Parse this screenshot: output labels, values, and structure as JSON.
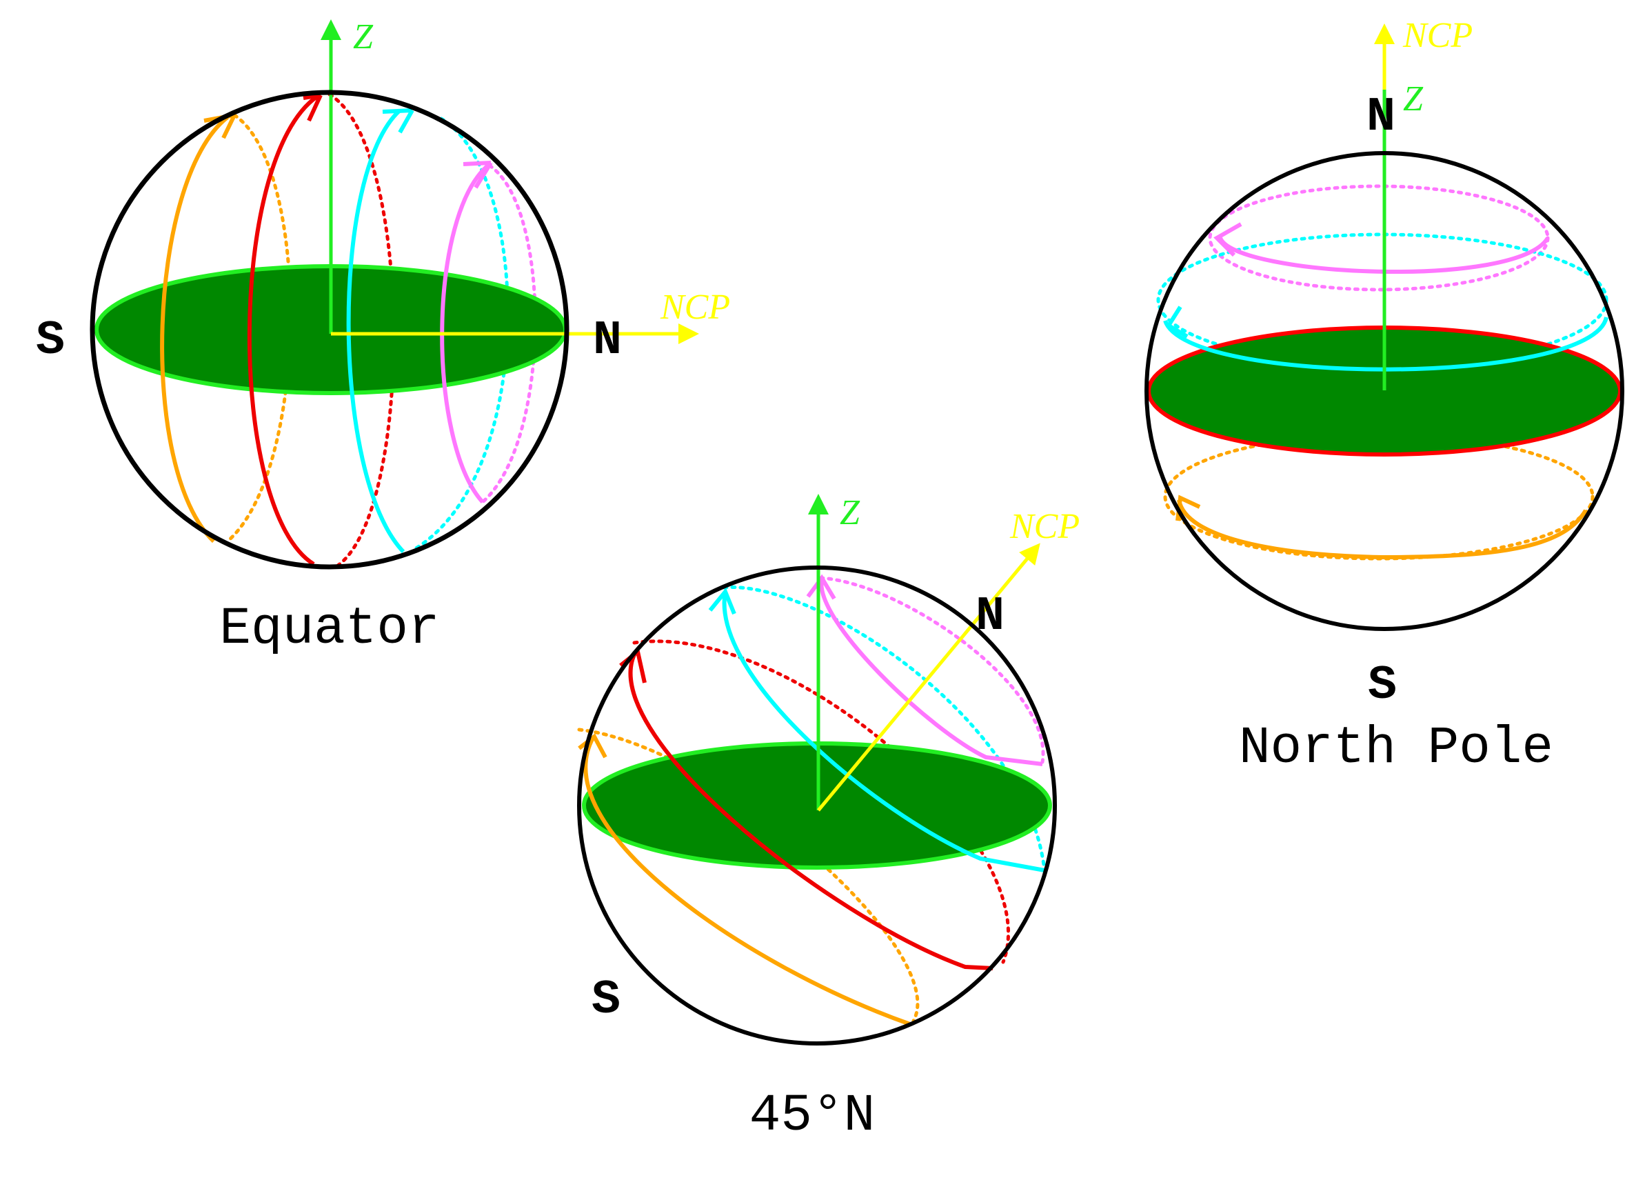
{
  "colors": {
    "sphere_outline": "#000000",
    "horizon_fill": "#008800",
    "horizon_edge": "#22ee22",
    "pole_horizon_edge": "#ff0000",
    "z_axis": "#22ee22",
    "ncp_axis": "#ffff00",
    "orange_path": "#ffa500",
    "red_path": "#ee0000",
    "cyan_path": "#00ffff",
    "violet_path": "#ff77ff"
  },
  "equator": {
    "caption": "Equator",
    "south": "S",
    "north": "N",
    "z_label": "Z",
    "ncp_label": "NCP"
  },
  "mid_latitude": {
    "caption": "45°N",
    "south": "S",
    "north": "N",
    "z_label": "Z",
    "ncp_label": "NCP"
  },
  "north_pole": {
    "caption": "North Pole",
    "south": "S",
    "north": "N",
    "z_label": "Z",
    "ncp_label": "NCP"
  }
}
